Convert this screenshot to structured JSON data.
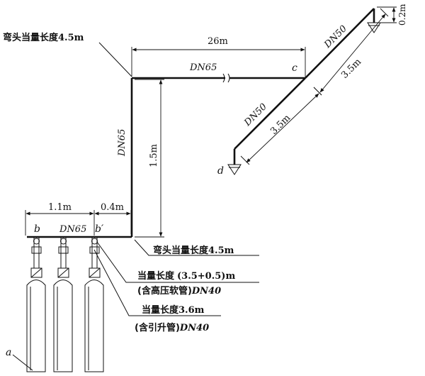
{
  "labels": {
    "elbow_top": "弯头当量长度4.5m",
    "len_26": "26m",
    "dn65_top": "DN65",
    "node_c": "c",
    "dn50_upper": "DN50",
    "len_35_upper": "3.5m",
    "len_02": "0.2m",
    "dn50_lower": "DN50",
    "len_35_lower": "3.5m",
    "node_d": "d",
    "dn65_vertical": "DN65",
    "len_15": "1.5m",
    "len_11": "1.1m",
    "len_04": "0.4m",
    "node_b": "b",
    "dn65_bottom": "DN65",
    "node_b_prime": "b′",
    "elbow_bottom": "弯头当量长度4.5m",
    "eq_len_hose_a": "当量长度",
    "eq_len_hose_b": "(3.5+0.5)m",
    "hose_note_a": "(含高压软管)",
    "hose_note_b": "DN40",
    "eq_len_riser": "当量长度3.6m",
    "riser_note_a": "(含引升管)",
    "riser_note_b": "DN40",
    "node_a": "a"
  },
  "colors": {
    "ink": "#111111",
    "background": "#ffffff"
  }
}
